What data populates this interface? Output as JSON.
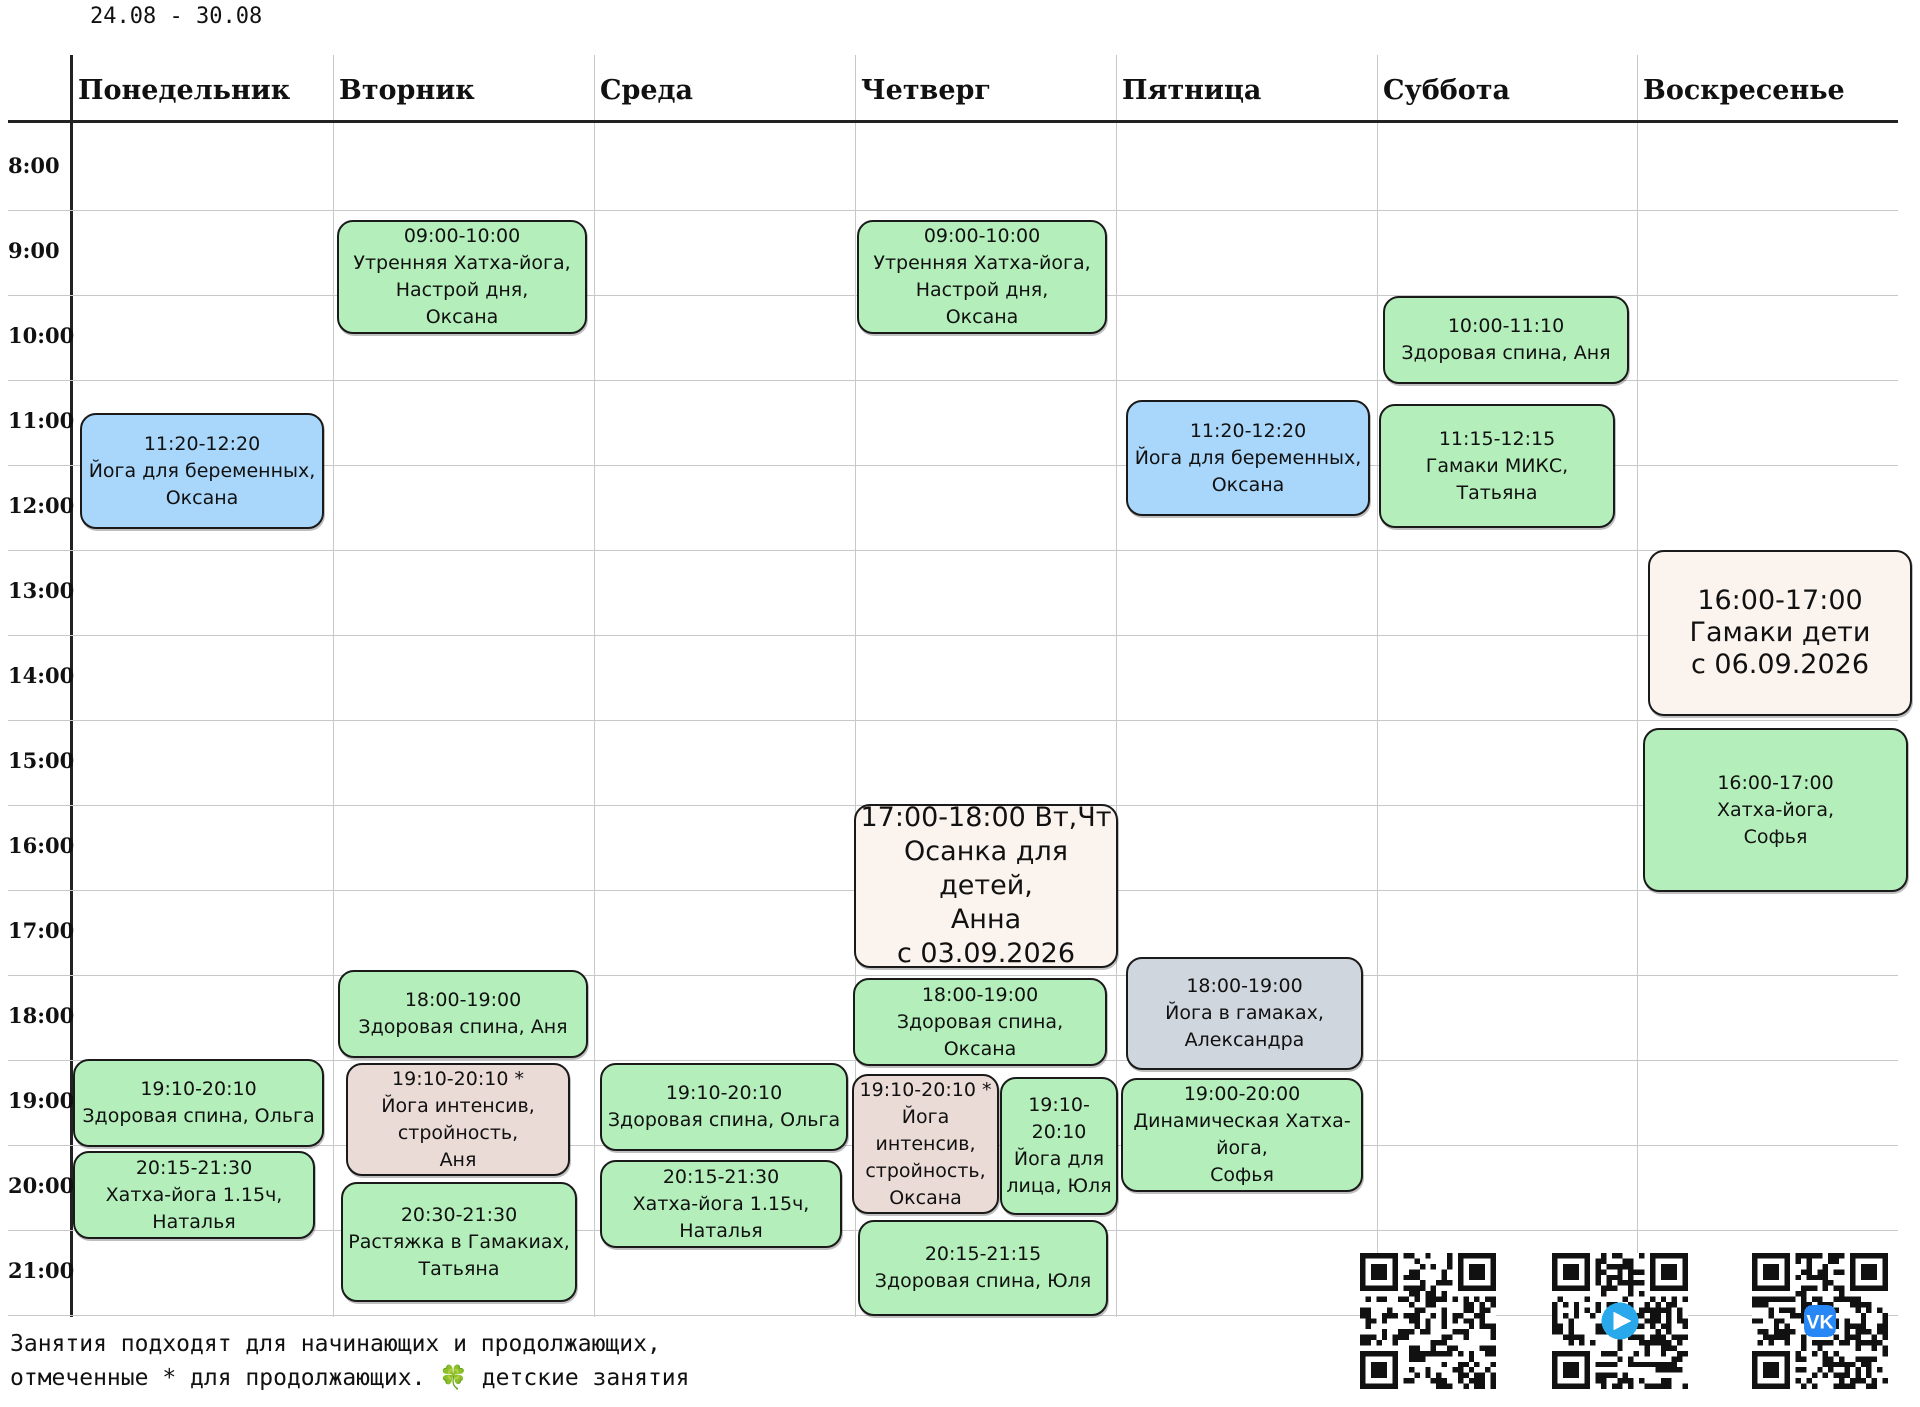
{
  "week_range": "24.08 - 30.08",
  "days": [
    "Понедельник",
    "Вторник",
    "Среда",
    "Четверг",
    "Пятница",
    "Суббота",
    "Воскресенье"
  ],
  "hours": [
    "8:00",
    "9:00",
    "10:00",
    "11:00",
    "12:00",
    "13:00",
    "14:00",
    "15:00",
    "16:00",
    "17:00",
    "18:00",
    "19:00",
    "20:00",
    "21:00"
  ],
  "events": {
    "mon_1120": [
      "11:20-12:20",
      "Йога для беременных,",
      "Оксана"
    ],
    "mon_1910": [
      "19:10-20:10",
      "Здоровая спина, Ольга"
    ],
    "mon_2015": [
      "20:15-21:30",
      "Хатха-йога 1.15ч,",
      "Наталья"
    ],
    "tue_0900": [
      "09:00-10:00",
      "Утренняя Хатха-йога,",
      "Настрой дня,",
      "Оксана"
    ],
    "tue_1800": [
      "18:00-19:00",
      "Здоровая спина, Аня"
    ],
    "tue_1910": [
      "19:10-20:10 *",
      "Йога интенсив,",
      "стройность,",
      "Аня"
    ],
    "tue_2030": [
      "20:30-21:30",
      "Растяжка в Гамакиах,",
      "Татьяна"
    ],
    "wed_1910": [
      "19:10-20:10",
      "Здоровая спина, Ольга"
    ],
    "wed_2015": [
      "20:15-21:30",
      "Хатха-йога 1.15ч,",
      "Наталья"
    ],
    "thu_0900": [
      "09:00-10:00",
      "Утренняя Хатха-йога,",
      "Настрой дня,",
      "Оксана"
    ],
    "thu_1700": [
      "17:00-18:00 Вт,Чт",
      "Осанка для детей,",
      "Анна",
      "с 03.09.2026"
    ],
    "thu_1800": [
      "18:00-19:00",
      "Здоровая спина,",
      "Оксана"
    ],
    "thu_1910a": [
      "19:10-20:10 *",
      "Йога",
      "интенсив,",
      "стройность,",
      "Оксана"
    ],
    "thu_1910b": [
      "19:10-",
      "20:10",
      "Йога для",
      "лица, Юля"
    ],
    "thu_2015": [
      "20:15-21:15",
      "Здоровая спина, Юля"
    ],
    "fri_1120": [
      "11:20-12:20",
      "Йога для беременных,",
      "Оксана"
    ],
    "fri_1800": [
      "18:00-19:00",
      "Йога в гамаках,",
      "Александра"
    ],
    "fri_1900": [
      "19:00-20:00",
      "Динамическая Хатха-",
      "йога,",
      "Софья"
    ],
    "sat_1000": [
      "10:00-11:10",
      "Здоровая спина, Аня"
    ],
    "sat_1115": [
      "11:15-12:15",
      "Гамаки МИКС,",
      "Татьяна"
    ],
    "sun_1600k": [
      "16:00-17:00",
      "Гамаки дети",
      "с 06.09.2026"
    ],
    "sun_1600": [
      "16:00-17:00",
      "Хатха-йога,",
      "Софья"
    ]
  },
  "footer": {
    "line1": "Занятия подходят для начинающих и продолжающих,",
    "line2": "отмеченные * для продолжающих.",
    "clover": "🍀",
    "line3": "детские занятия"
  },
  "qr_codes": [
    {
      "name": "qr-code",
      "badge": ""
    },
    {
      "name": "qr-code-telegram",
      "badge": "telegram-icon"
    },
    {
      "name": "qr-code-vk",
      "badge": "vk-icon"
    }
  ],
  "colors": {
    "adult_class": "#b4efbb",
    "prenatal_class": "#a9d7fb",
    "advanced_class": "#eadbd6",
    "hammock_class": "#d0d6de",
    "kids_class": "#fbf3ee"
  }
}
